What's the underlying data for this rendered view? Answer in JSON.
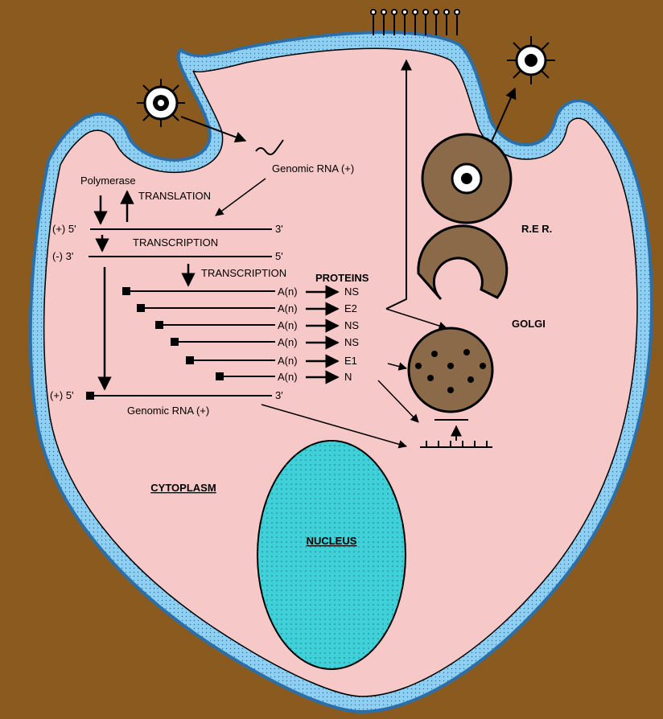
{
  "labels": {
    "genomic_rna_top": "Genomic RNA (+)",
    "polymerase": "Polymerase",
    "translation": "TRANSLATION",
    "plus5": "(+) 5'",
    "three_prime_1": "3'",
    "transcription_1": "TRANSCRIPTION",
    "minus3": "(-) 3'",
    "five_prime": "5'",
    "transcription_2": "TRANSCRIPTION",
    "proteins": "PROTEINS",
    "plus5_bottom": "(+) 5'",
    "three_prime_bottom": "3'",
    "genomic_rna_bottom": "Genomic RNA (+)",
    "rer": "R.E R.",
    "golgi": "GOLGI",
    "cytoplasm": "CYTOPLASM",
    "nucleus": "NUCLEUS"
  },
  "mrnas": [
    {
      "tail": "A(n)",
      "protein": "NS"
    },
    {
      "tail": "A(n)",
      "protein": "E2"
    },
    {
      "tail": "A(n)",
      "protein": "NS"
    },
    {
      "tail": "A(n)",
      "protein": "NS"
    },
    {
      "tail": "A(n)",
      "protein": "E1"
    },
    {
      "tail": "A(n)",
      "protein": "N"
    }
  ],
  "colors": {
    "background": "#8b5a1e",
    "membrane": "#5aa8e0",
    "cytoplasm": "#f7c8c8",
    "nucleus": "#40d0d8",
    "organelle": "#8b6a4a"
  }
}
